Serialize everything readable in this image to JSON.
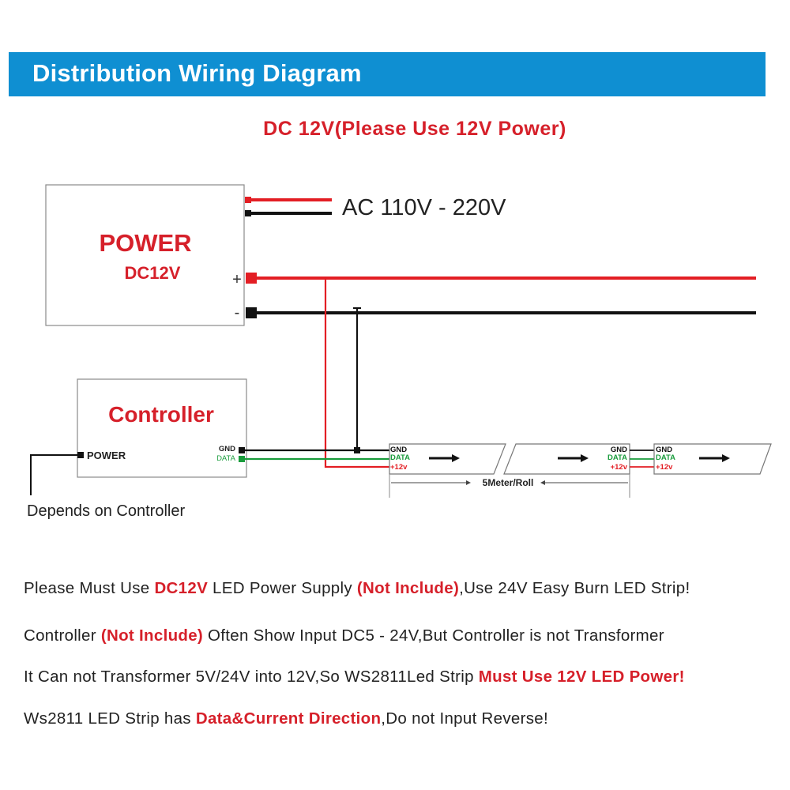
{
  "header": {
    "title": "Distribution Wiring Diagram"
  },
  "subtitle": "DC 12V(Please Use 12V Power)",
  "power_box": {
    "title": "POWER",
    "voltage": "DC12V",
    "plus": "+",
    "minus": "-"
  },
  "ac_label": "AC 110V - 220V",
  "controller_box": {
    "title": "Controller",
    "power_label": "POWER",
    "gnd_label": "GND",
    "data_label": "DATA"
  },
  "controller_note": "Depends on Controller",
  "strip": {
    "gnd_label": "GND",
    "data_label": "DATA",
    "v12_label": "+12v",
    "length_label": "5Meter/Roll"
  },
  "notes": [
    {
      "a": "Please Must Use ",
      "b": "DC12V",
      "c": " LED Power Supply ",
      "d": "(Not Include)",
      "e": ",Use 24V Easy Burn LED Strip!"
    },
    {
      "a": "Controller ",
      "b": "(Not Include)",
      "c": " Often Show Input DC5 - 24V,But Controller is not Transformer"
    },
    {
      "a": "It Can not Transformer 5V/24V into 12V,So WS2811Led Strip ",
      "b": "Must Use 12V LED Power!"
    },
    {
      "a": "Ws2811 LED Strip has ",
      "b": "Data&Current Direction",
      "c": ",Do not Input Reverse!"
    }
  ],
  "colors": {
    "banner": "#0f8fd2",
    "red": "#d6202a",
    "wire_red": "#e31e24",
    "wire_green": "#1a9c3c",
    "wire_black": "#111111"
  }
}
